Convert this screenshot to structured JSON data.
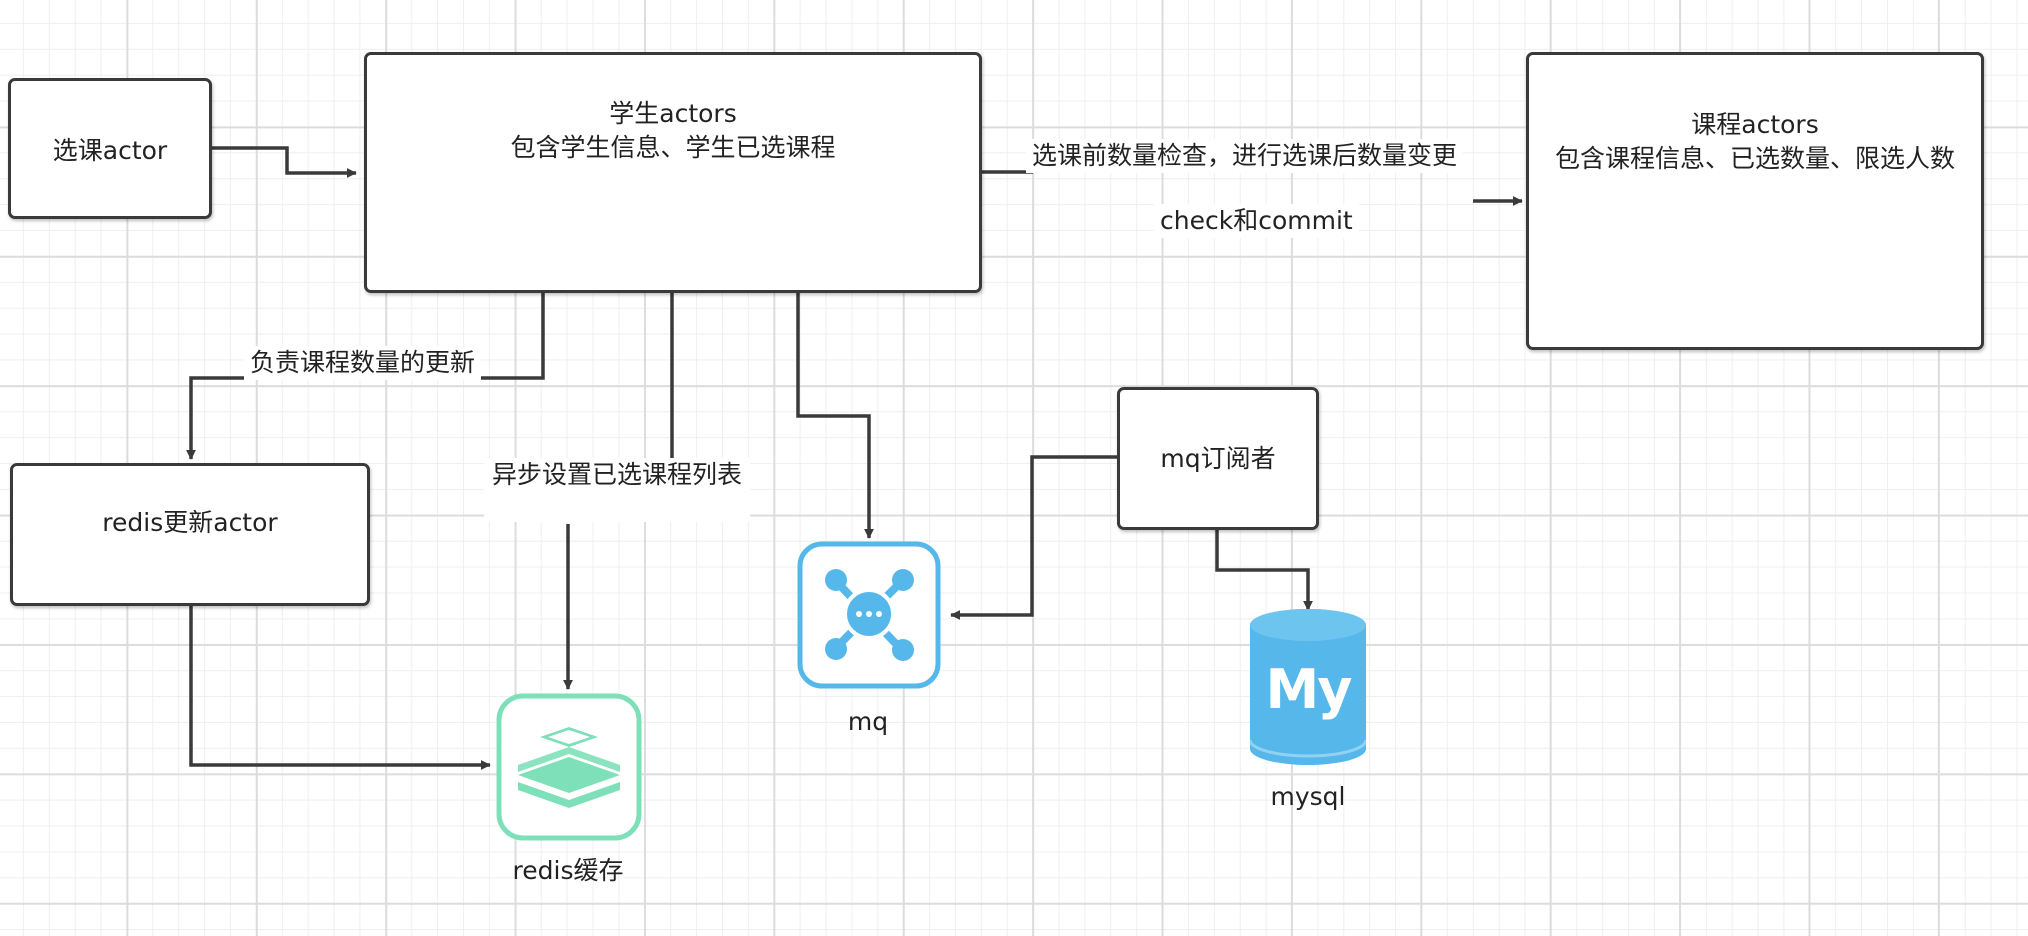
{
  "nodes": {
    "select_actor": "选课actor",
    "student_actors": {
      "line1": "学生actors",
      "line2": "包含学生信息、学生已选课程"
    },
    "course_actors": {
      "line1": "课程actors",
      "line2": "包含课程信息、已选数量、限选人数"
    },
    "redis_update_actor": "redis更新actor",
    "mq_subscriber": "mq订阅者"
  },
  "edge_labels": {
    "check_before": "选课前数量检查，进行选课后数量变更",
    "check_commit": "check和commit",
    "course_count_update": "负责课程数量的更新",
    "async_set_list": "异步设置已选课程列表"
  },
  "icons": {
    "mq": {
      "label": "mq",
      "icon": "message-queue-icon",
      "color": "#56b8ea"
    },
    "redis": {
      "label": "redis缓存",
      "icon": "redis-icon",
      "color": "#7ee0b8"
    },
    "mysql": {
      "label": "mysql",
      "icon": "mysql-icon",
      "color": "#56b8ea",
      "glyph": "My"
    }
  }
}
